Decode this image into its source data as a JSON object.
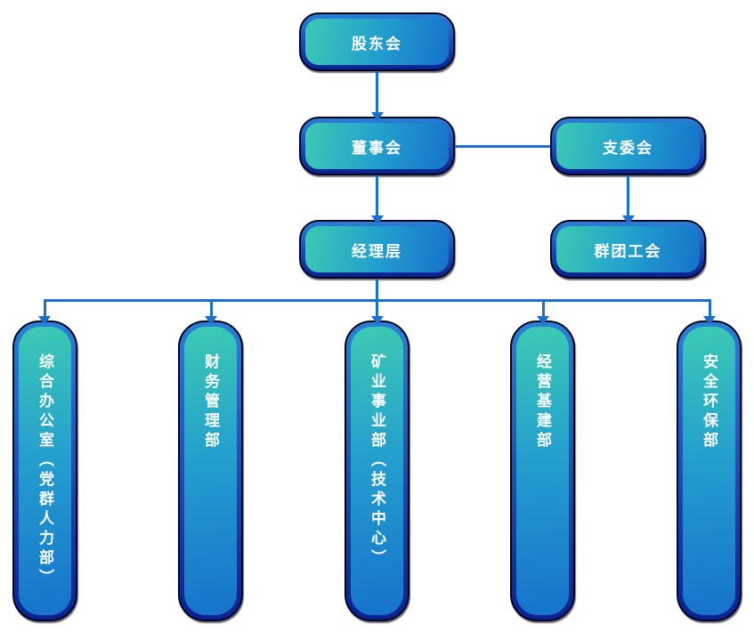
{
  "colors": {
    "background": "#ffffff",
    "line": "#1b6fd1",
    "node-border": "#04051d",
    "ring-top": "#2a7fd6",
    "ring-bottom": "#0a2290",
    "fill-teal": "#3bcab3",
    "fill-blue": "#1673cc",
    "text": "#ffffff"
  },
  "nodes": {
    "shareholders": {
      "label": "股东会"
    },
    "board": {
      "label": "董事会"
    },
    "branch_committee": {
      "label": "支委会"
    },
    "management": {
      "label": "经理层"
    },
    "union": {
      "label": "群团工会"
    },
    "dept_general_office": {
      "label": "综合办公室（党群人力部）"
    },
    "dept_finance": {
      "label": "财务管理部"
    },
    "dept_mining": {
      "label": "矿业事业部（技术中心）"
    },
    "dept_operations": {
      "label": "经营基建部"
    },
    "dept_safety": {
      "label": "安全环保部"
    }
  },
  "edges": [
    {
      "from": "shareholders",
      "to": "board",
      "arrow": true
    },
    {
      "from": "board",
      "to": "branch_committee",
      "arrow": false
    },
    {
      "from": "board",
      "to": "management",
      "arrow": true
    },
    {
      "from": "branch_committee",
      "to": "union",
      "arrow": true
    },
    {
      "from": "management",
      "to": "dept_general_office",
      "arrow": true
    },
    {
      "from": "management",
      "to": "dept_finance",
      "arrow": true
    },
    {
      "from": "management",
      "to": "dept_mining",
      "arrow": true
    },
    {
      "from": "management",
      "to": "dept_operations",
      "arrow": true
    },
    {
      "from": "management",
      "to": "dept_safety",
      "arrow": true
    }
  ]
}
